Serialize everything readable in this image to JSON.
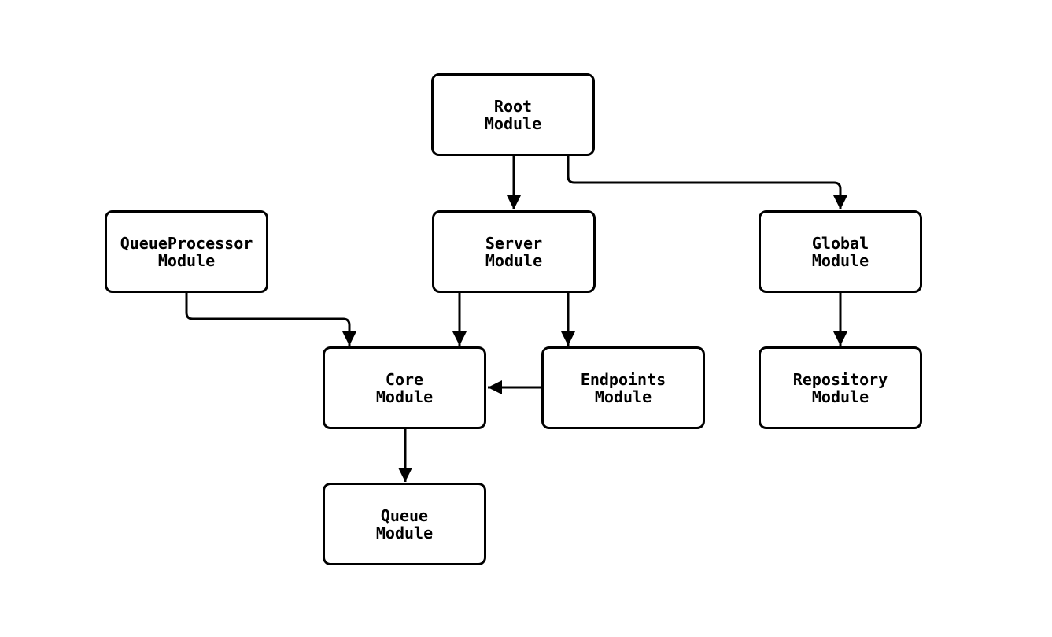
{
  "diagram": {
    "type": "module-dependency-graph",
    "nodes": {
      "root": {
        "line1": "Root",
        "line2": "Module"
      },
      "queueprocessor": {
        "line1": "QueueProcessor",
        "line2": "Module"
      },
      "server": {
        "line1": "Server",
        "line2": "Module"
      },
      "global": {
        "line1": "Global",
        "line2": "Module"
      },
      "core": {
        "line1": "Core",
        "line2": "Module"
      },
      "endpoints": {
        "line1": "Endpoints",
        "line2": "Module"
      },
      "repository": {
        "line1": "Repository",
        "line2": "Module"
      },
      "queue": {
        "line1": "Queue",
        "line2": "Module"
      }
    },
    "edges": [
      {
        "from": "Root Module",
        "to": "Server Module"
      },
      {
        "from": "Root Module",
        "to": "Global Module"
      },
      {
        "from": "QueueProcessor Module",
        "to": "Core Module"
      },
      {
        "from": "Server Module",
        "to": "Core Module"
      },
      {
        "from": "Server Module",
        "to": "Endpoints Module"
      },
      {
        "from": "Endpoints Module",
        "to": "Core Module"
      },
      {
        "from": "Global Module",
        "to": "Repository Module"
      },
      {
        "from": "Core Module",
        "to": "Queue Module"
      }
    ],
    "colors": {
      "background": "#ffffff",
      "node_fill": "#ffffff",
      "node_border": "#000000",
      "edge": "#000000",
      "text": "#000000"
    }
  }
}
